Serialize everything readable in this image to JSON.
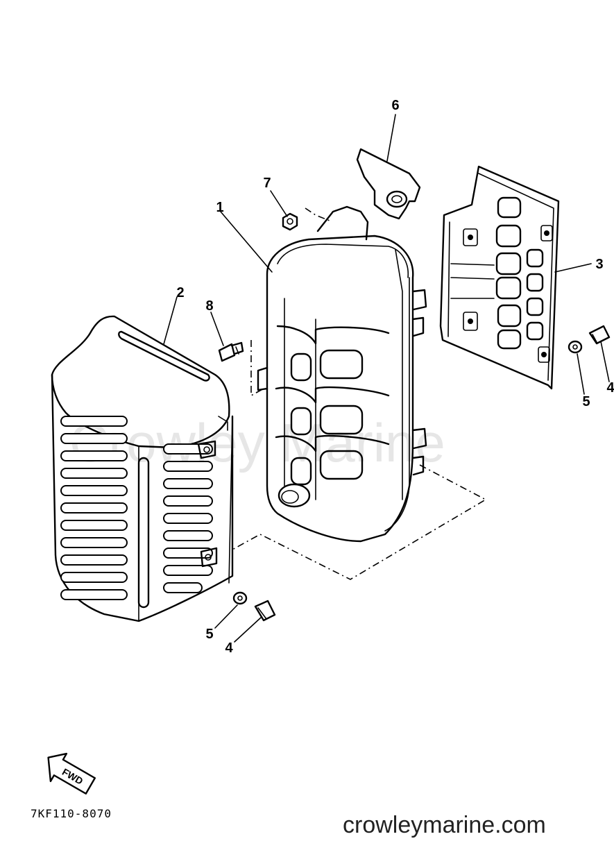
{
  "watermark": "Crowley Marine",
  "footer": {
    "site": "crowleymarine.com",
    "part_code": "7KF110-8070"
  },
  "fwd": {
    "label": "FWD"
  },
  "callouts": [
    {
      "id": "c1",
      "label": "1"
    },
    {
      "id": "c2",
      "label": "2"
    },
    {
      "id": "c3",
      "label": "3"
    },
    {
      "id": "c4a",
      "label": "4"
    },
    {
      "id": "c4b",
      "label": "4"
    },
    {
      "id": "c5a",
      "label": "5"
    },
    {
      "id": "c5b",
      "label": "5"
    },
    {
      "id": "c6",
      "label": "6"
    },
    {
      "id": "c7",
      "label": "7"
    },
    {
      "id": "c8",
      "label": "8"
    }
  ]
}
